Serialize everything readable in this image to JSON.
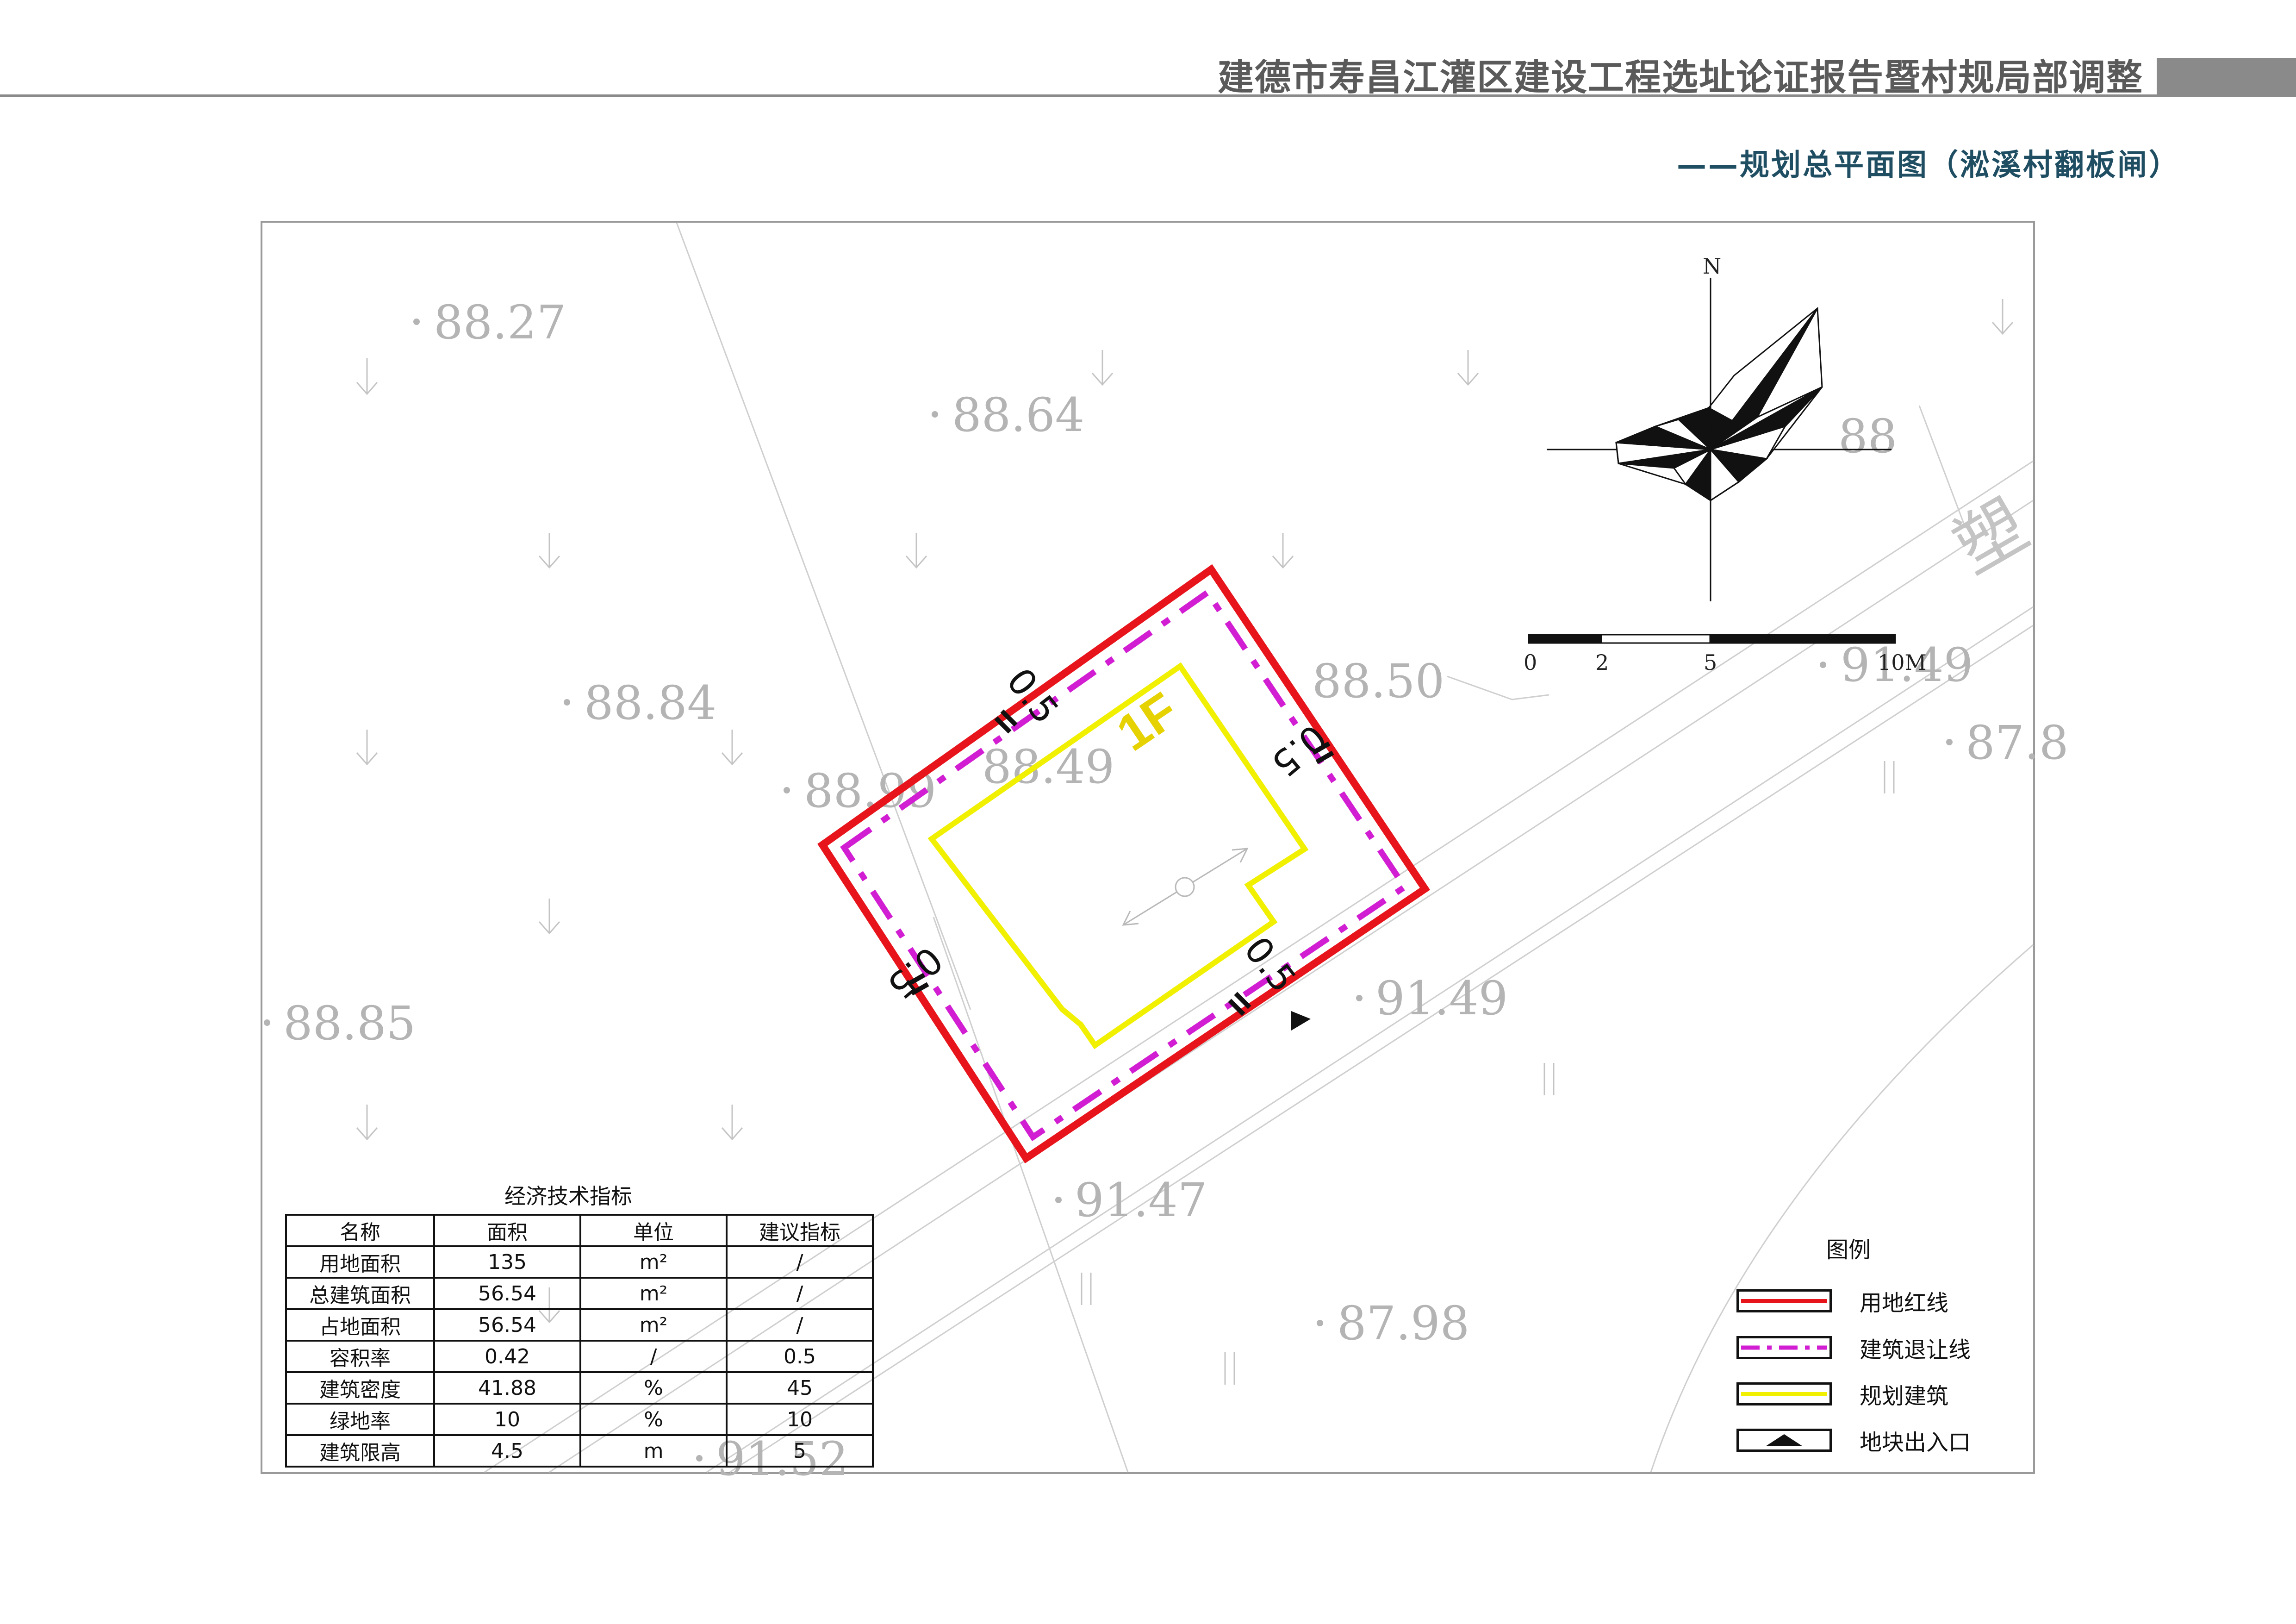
{
  "header": {
    "title": "建德市寿昌江灌区建设工程选址论证报告暨村规局部调整",
    "subtitle": "——规划总平面图（淞溪村翻板闸）"
  },
  "map": {
    "elevations": [
      "88.27",
      "88.64",
      "88.84",
      "88.50",
      "88.99",
      "88.49",
      "91.49",
      "87.8",
      "88.85",
      "91.49",
      "91.47",
      "87.98",
      "91.52",
      "88"
    ],
    "road_label": "塑",
    "floor_label": "1F",
    "setback_dims": [
      "0.5",
      "0.5",
      "0.5",
      "0.5"
    ],
    "north_label": "N",
    "scale_labels": [
      "0",
      "2",
      "5",
      "10M"
    ]
  },
  "table": {
    "title": "经济技术指标",
    "headers": [
      "名称",
      "面积",
      "单位",
      "建议指标"
    ],
    "rows": [
      [
        "用地面积",
        "135",
        "m²",
        "/"
      ],
      [
        "总建筑面积",
        "56.54",
        "m²",
        "/"
      ],
      [
        "占地面积",
        "56.54",
        "m²",
        "/"
      ],
      [
        "容积率",
        "0.42",
        "/",
        "0.5"
      ],
      [
        "建筑密度",
        "41.88",
        "%",
        "45"
      ],
      [
        "绿地率",
        "10",
        "%",
        "10"
      ],
      [
        "建筑限高",
        "4.5",
        "m",
        "5"
      ]
    ]
  },
  "legend": {
    "title": "图例",
    "items": [
      {
        "label": "用地红线",
        "color": "#e8141c"
      },
      {
        "label": "建筑退让线",
        "color": "#d21ed2"
      },
      {
        "label": "规划建筑",
        "color": "#f0f000"
      },
      {
        "label": "地块出入口",
        "color": "#111111"
      }
    ]
  }
}
